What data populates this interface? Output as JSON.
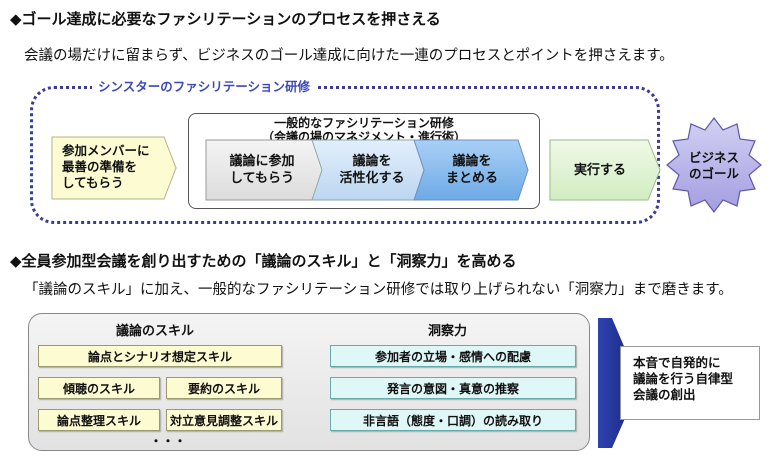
{
  "section1": {
    "heading": "◆ゴール達成に必要なファシリテーションのプロセスを押さえる",
    "description": "会議の場だけに留まらず、ビジネスのゴール達成に向けた一連のプロセスとポイントを押さえます。",
    "program_label": "シンスターのファシリテーション研修",
    "general_training_title_line1": "一般的なファシリテーション研修",
    "general_training_title_line2": "（会議の場のマネジメント・進行術）",
    "steps": [
      {
        "line1": "参加メンバーに",
        "line2": "最善の準備を",
        "line3": "してもらう"
      },
      {
        "line1": "議論に参加",
        "line2": "してもらう"
      },
      {
        "line1": "議論を",
        "line2": "活性化する"
      },
      {
        "line1": "議論を",
        "line2": "まとめる"
      },
      {
        "line1": "実行する"
      }
    ],
    "goal_line1": "ビジネス",
    "goal_line2": "のゴール"
  },
  "section2": {
    "heading": "◆全員参加型会議を創り出すための「議論のスキル」と「洞察力」を高める",
    "description": "「議論のスキル」に加え、一般的なファシリテーション研修では取り上げられない「洞察力」まで磨きます。",
    "skills_title": "議論のスキル",
    "skills": [
      "論点とシナリオ想定スキル",
      "傾聴のスキル",
      "要約のスキル",
      "論点整理スキル",
      "対立意見調整スキル"
    ],
    "skills_more": "・・・",
    "insight_title": "洞察力",
    "insights": [
      "参加者の立場・感情への配慮",
      "発言の意図・真意の推察",
      "非言語（態度・口調）の読み取り"
    ],
    "result_line1": "本音で自発的に",
    "result_line2": "議論を行う自律型",
    "result_line3": "会議の創出"
  },
  "colors": {
    "dotted_border": "#3b3b9b",
    "label_blue": "#3b49b8",
    "step_yellow": "#fdfbd2",
    "step_gray": "#e9e9e9",
    "step_lightblue": "#cfe3f7",
    "step_blue": "#8cbff0",
    "step_green": "#e3f5d6",
    "goal_purple": "#b8b4e8",
    "plus_blue": "#3a4fc0",
    "arrow_navy": "#1f2f8f",
    "insight_cyan": "#dff7f7"
  }
}
